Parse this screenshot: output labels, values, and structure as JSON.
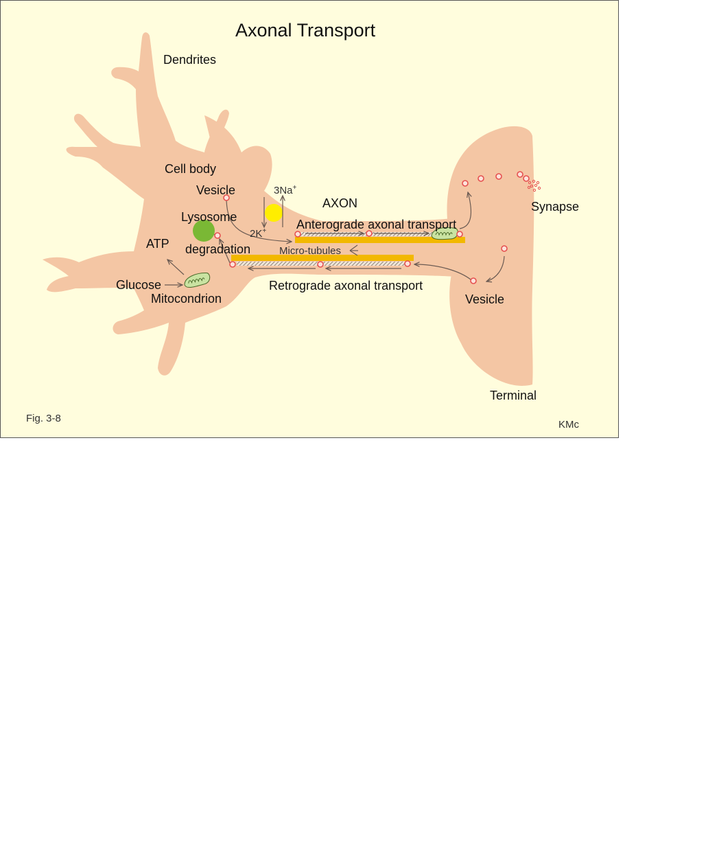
{
  "figure": {
    "title": "Axonal Transport",
    "labels": {
      "dendrites": "Dendrites",
      "cell_body": "Cell body",
      "vesicle_top": "Vesicle",
      "lysosome": "Lysosome",
      "atp": "ATP",
      "degradation": "degradation",
      "glucose": "Glucose",
      "mitocondrion": "Mitocondrion",
      "axon": "AXON",
      "anterograde": "Anterograde axonal transport",
      "retrograde": "Retrograde axonal transport",
      "microtubules": "Micro-tubules",
      "synapse": "Synapse",
      "vesicle_terminal": "Vesicle",
      "terminal": "Terminal",
      "fig_number": "Fig. 3-8",
      "author": "KMc"
    },
    "pump": {
      "na": "3Na",
      "k": "2K",
      "plus": "+"
    },
    "colors": {
      "background": "#fffddd",
      "cell": "#f4c6a4",
      "microtubule": "#f2b800",
      "lysosome": "#7ab835",
      "pump": "#ffee00",
      "vesicle": "#e55050",
      "mitochondrion": "#c9e3a2"
    }
  }
}
